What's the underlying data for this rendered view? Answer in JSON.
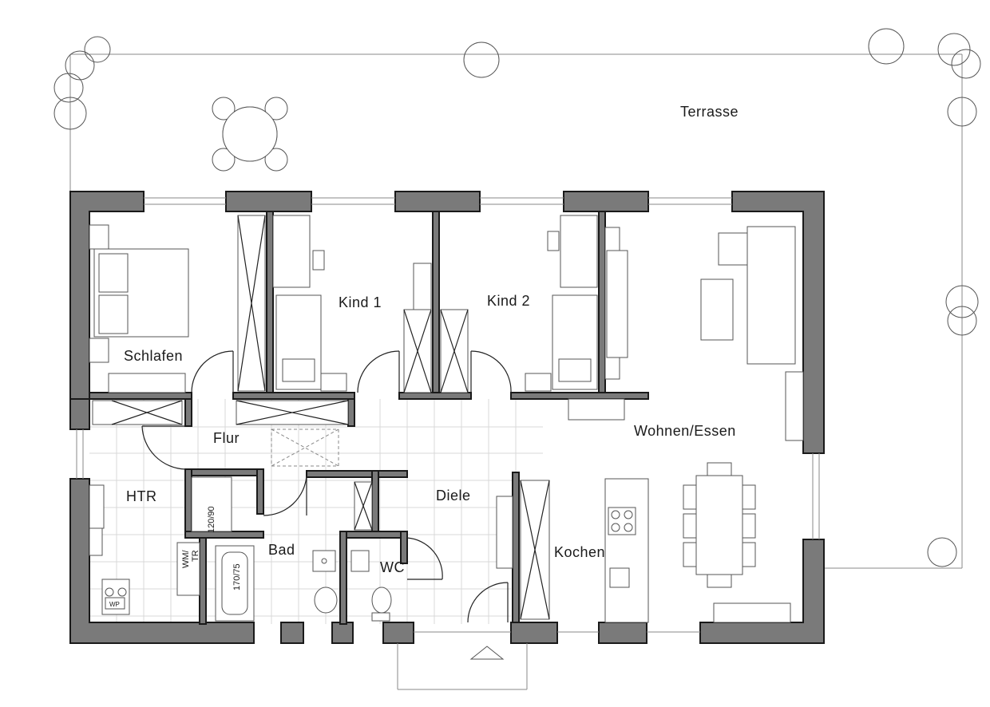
{
  "rooms": {
    "terrasse": "Terrasse",
    "schlafen": "Schlafen",
    "kind1": "Kind 1",
    "kind2": "Kind 2",
    "wohnen": "Wohnen/Essen",
    "flur": "Flur",
    "htr": "HTR",
    "diele": "Diele",
    "bad": "Bad",
    "wc": "WC",
    "kochen": "Kochen"
  },
  "fixtures": {
    "shower_label": "120/90",
    "tub_label": "170/75",
    "wm_tr_top": "WM/",
    "wm_tr_bottom": "TR",
    "wp_label": "WP"
  },
  "colors": {
    "wall_fill": "#7a7a7a",
    "line": "#222222"
  }
}
